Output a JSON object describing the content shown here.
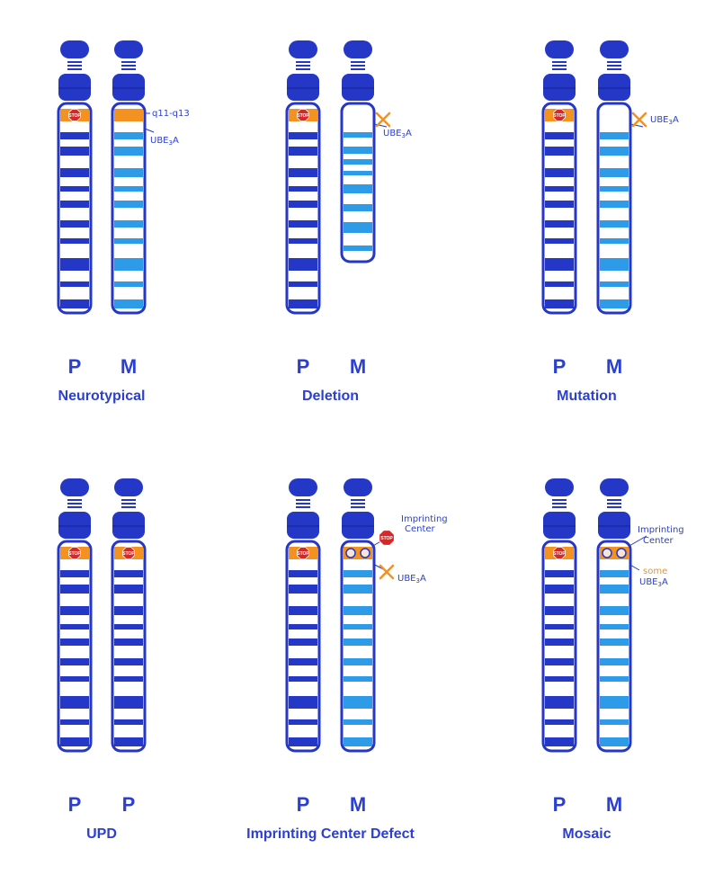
{
  "colors": {
    "dark_blue": "#2437c6",
    "light_blue": "#2e9be9",
    "outline": "#2437c6",
    "orange": "#f39220",
    "stop_red": "#d62828",
    "text": "#2b3fd0"
  },
  "panels": [
    {
      "title": "Neurotypical",
      "chromosomes": [
        {
          "letter": "P",
          "variant": "paternal",
          "stop": true,
          "band": "orange"
        },
        {
          "letter": "M",
          "variant": "maternal",
          "stop": false,
          "band": "orange"
        }
      ],
      "annotations": [
        {
          "text": "q11-q13",
          "kind": "label"
        },
        {
          "text": "UBE",
          "sub": "3",
          "tail": "A",
          "kind": "label"
        }
      ]
    },
    {
      "title": "Deletion",
      "chromosomes": [
        {
          "letter": "P",
          "variant": "paternal",
          "stop": true,
          "band": "orange"
        },
        {
          "letter": "M",
          "variant": "maternal-deleted",
          "stop": false,
          "band": "white"
        }
      ],
      "annotations": [
        {
          "text": "UBE",
          "sub": "3",
          "tail": "A",
          "kind": "crossed"
        }
      ]
    },
    {
      "title": "Mutation",
      "chromosomes": [
        {
          "letter": "P",
          "variant": "paternal",
          "stop": true,
          "band": "orange"
        },
        {
          "letter": "M",
          "variant": "maternal",
          "stop": false,
          "band": "white"
        }
      ],
      "annotations": [
        {
          "text": "UBE",
          "sub": "3",
          "tail": "A",
          "kind": "crossed"
        }
      ]
    },
    {
      "title": "UPD",
      "chromosomes": [
        {
          "letter": "P",
          "variant": "paternal",
          "stop": true,
          "band": "orange"
        },
        {
          "letter": "P",
          "variant": "paternal",
          "stop": true,
          "band": "orange"
        }
      ],
      "annotations": []
    },
    {
      "title": "Imprinting Center Defect",
      "chromosomes": [
        {
          "letter": "P",
          "variant": "paternal",
          "stop": true,
          "band": "orange"
        },
        {
          "letter": "M",
          "variant": "maternal-imprint",
          "stop": false,
          "band": "orange"
        }
      ],
      "annotations": [
        {
          "text": "Imprinting",
          "kind": "label"
        },
        {
          "text": "Center",
          "kind": "label"
        },
        {
          "text": "UBE",
          "sub": "3",
          "tail": "A",
          "kind": "crossed"
        }
      ]
    },
    {
      "title": "Mosaic",
      "chromosomes": [
        {
          "letter": "P",
          "variant": "paternal",
          "stop": true,
          "band": "orange"
        },
        {
          "letter": "M",
          "variant": "maternal-imprint",
          "stop": false,
          "band": "orange"
        }
      ],
      "annotations": [
        {
          "text": "Imprinting",
          "kind": "label"
        },
        {
          "text": "Center",
          "kind": "label"
        },
        {
          "text": "some",
          "kind": "orange"
        },
        {
          "text": "UBE",
          "sub": "3",
          "tail": "A",
          "kind": "label"
        }
      ]
    }
  ],
  "stop_label": "STOP"
}
